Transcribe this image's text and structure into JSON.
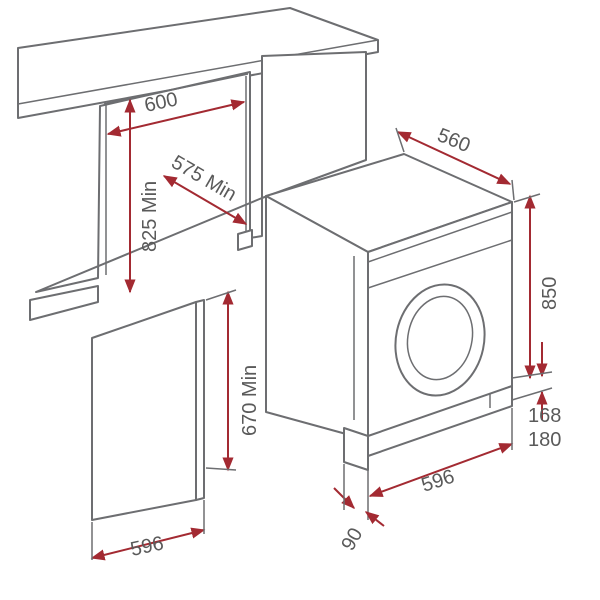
{
  "dimensions": {
    "niche_width": "600",
    "niche_depth": "575 Min",
    "niche_height": "825 Min",
    "door_height": "670 Min",
    "door_width": "596",
    "machine_depth": "560",
    "machine_height": "850",
    "plinth_low": "168",
    "plinth_high": "180",
    "machine_width": "596",
    "door_offset": "90"
  },
  "colors": {
    "outline": "#6d6e71",
    "dimension_line": "#a32a32",
    "label": "#5a5a5a"
  }
}
